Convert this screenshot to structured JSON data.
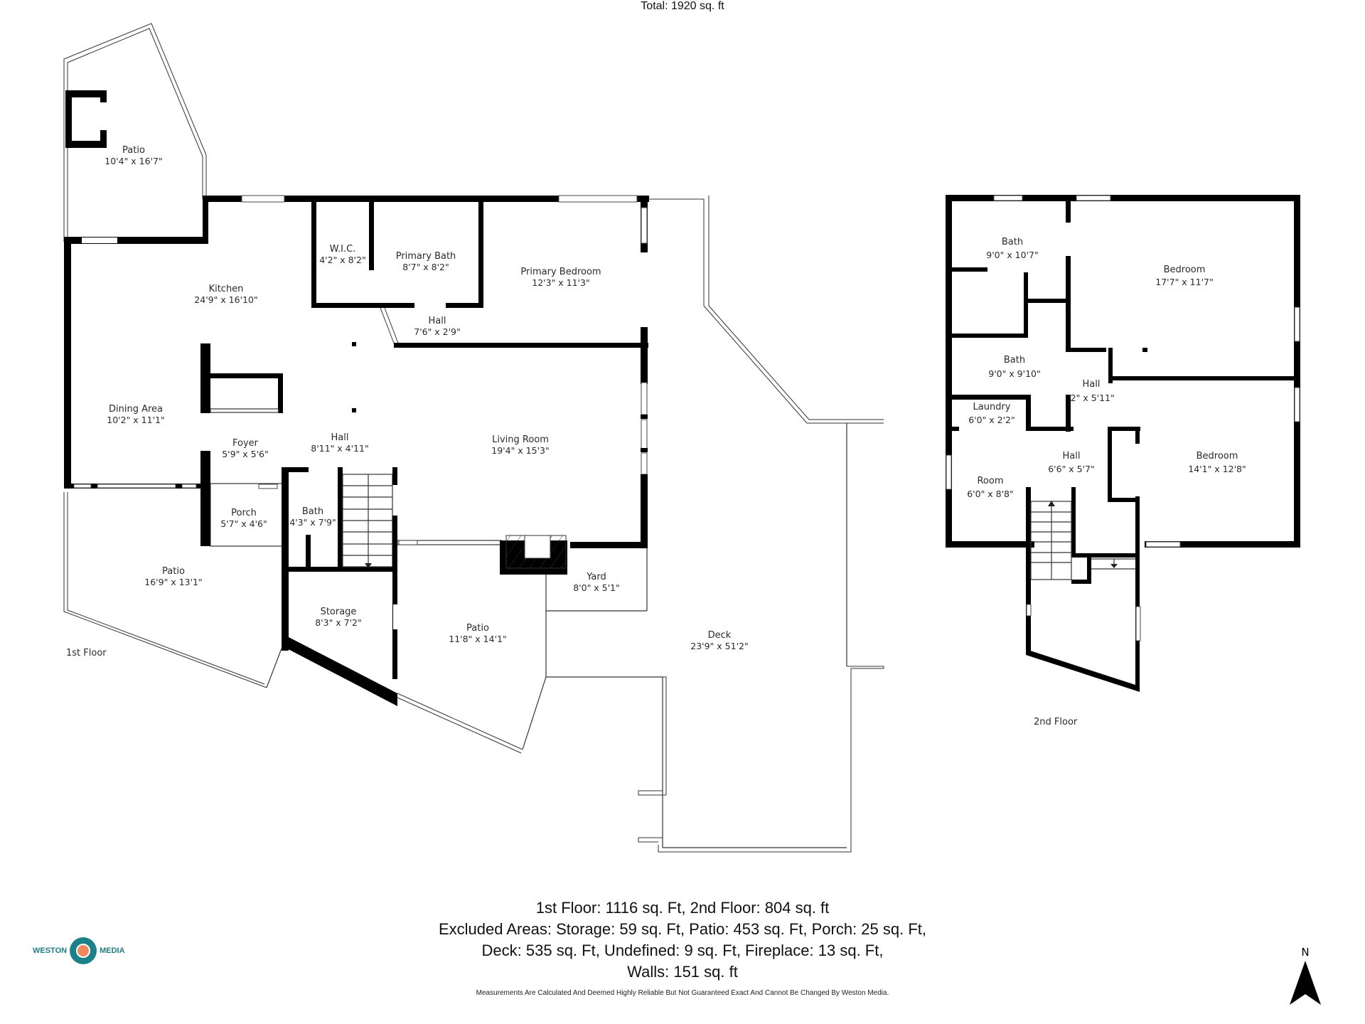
{
  "floors": {
    "first": {
      "label": "1st Floor"
    },
    "second": {
      "label": "2nd Floor"
    }
  },
  "rooms_first": {
    "patio_top": {
      "name": "Patio",
      "dims": "10'4\" x 16'7\""
    },
    "kitchen": {
      "name": "Kitchen",
      "dims": "24'9\" x 16'10\""
    },
    "wic": {
      "name": "W.I.C.",
      "dims": "4'2\" x 8'2\""
    },
    "primary_bath": {
      "name": "Primary Bath",
      "dims": "8'7\" x 8'2\""
    },
    "primary_bed": {
      "name": "Primary Bedroom",
      "dims": "12'3\" x 11'3\""
    },
    "hall_upper": {
      "name": "Hall",
      "dims": "7'6\" x 2'9\""
    },
    "dining": {
      "name": "Dining Area",
      "dims": "10'2\" x 11'1\""
    },
    "foyer": {
      "name": "Foyer",
      "dims": "5'9\" x 5'6\""
    },
    "hall_main": {
      "name": "Hall",
      "dims": "8'11\" x 4'11\""
    },
    "living": {
      "name": "Living Room",
      "dims": "19'4\" x 15'3\""
    },
    "porch": {
      "name": "Porch",
      "dims": "5'7\" x 4'6\""
    },
    "bath": {
      "name": "Bath",
      "dims": "4'3\" x 7'9\""
    },
    "patio_left": {
      "name": "Patio",
      "dims": "16'9\" x 13'1\""
    },
    "storage": {
      "name": "Storage",
      "dims": "8'3\" x 7'2\""
    },
    "patio_mid": {
      "name": "Patio",
      "dims": "11'8\" x 14'1\""
    },
    "yard": {
      "name": "Yard",
      "dims": "8'0\" x 5'1\""
    },
    "deck": {
      "name": "Deck",
      "dims": "23'9\" x 51'2\""
    }
  },
  "rooms_second": {
    "bath_top": {
      "name": "Bath",
      "dims": "9'0\" x 10'7\""
    },
    "bedroom_top": {
      "name": "Bedroom",
      "dims": "17'7\" x 11'7\""
    },
    "bath_mid": {
      "name": "Bath",
      "dims": "9'0\" x 9'10\""
    },
    "hall_small": {
      "name": "Hall",
      "dims": "'2\" x 5'11\""
    },
    "laundry": {
      "name": "Laundry",
      "dims": "6'0\" x 2'2\""
    },
    "bedroom_bot": {
      "name": "Bedroom",
      "dims": "14'1\" x 12'8\""
    },
    "hall": {
      "name": "Hall",
      "dims": "6'6\" x 5'7\""
    },
    "room": {
      "name": "Room",
      "dims": "6'0\" x 8'8\""
    }
  },
  "summary": {
    "total": "Total: 1920 sq. ft",
    "line1": "1st Floor: 1116 sq. Ft, 2nd Floor: 804 sq. ft",
    "line2": "Excluded Areas: Storage: 59 sq. Ft, Patio: 453 sq. Ft, Porch: 25 sq. Ft,",
    "line3": "Deck: 535 sq. Ft, Undefined: 9 sq. Ft, Fireplace: 13 sq. Ft,",
    "line4": "Walls: 151 sq. ft",
    "disclaimer": "Measurements Are Calculated And Deemed Highly Reliable But Not Guaranteed Exact And Cannot Be Changed By Weston Media."
  },
  "branding": {
    "left": "WESTON",
    "right": "MEDIA",
    "accent_color": "#1d8189",
    "center_color": "#f08a5d"
  },
  "compass": {
    "label": "N",
    "icon": "north-arrow-icon"
  }
}
